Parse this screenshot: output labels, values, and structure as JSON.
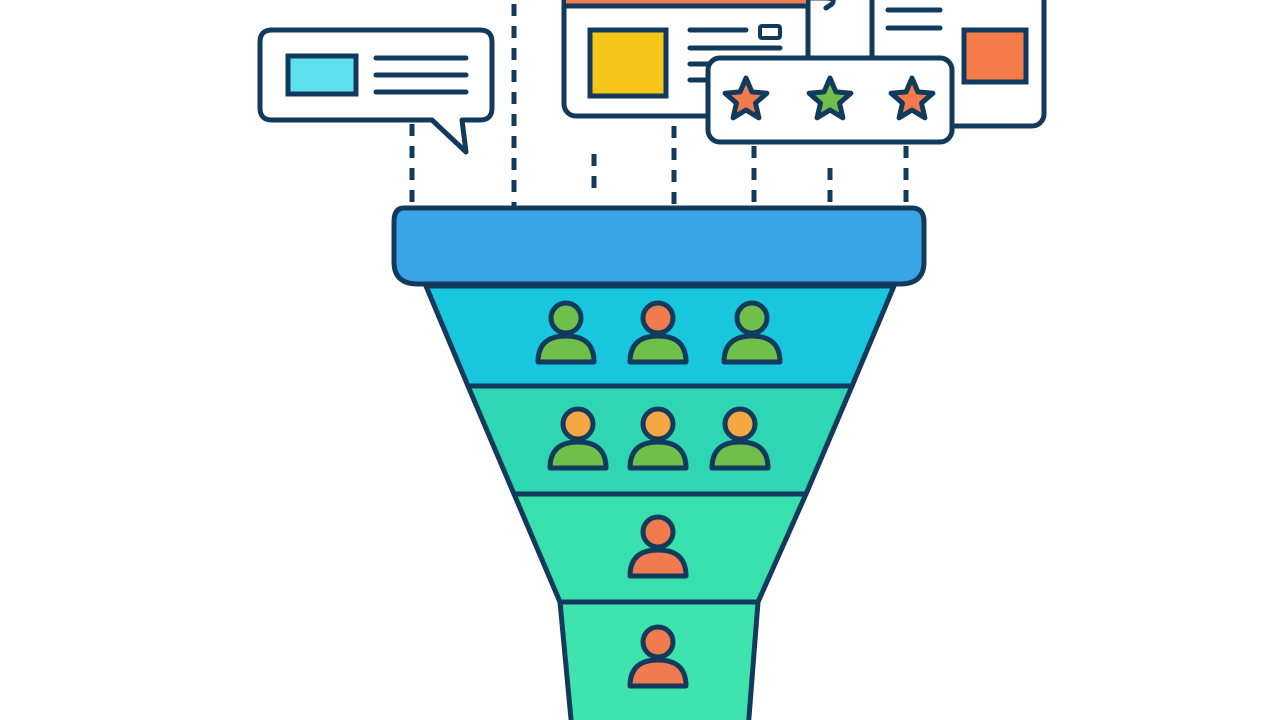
{
  "colors": {
    "outline": "#123a5c",
    "background": "#ffffff",
    "funnel_rim": "#3aa5e6",
    "funnel_band_1": "#18c6de",
    "funnel_band_2": "#2fd6b4",
    "funnel_band_3": "#38e0ad",
    "funnel_band_4": "#3fe3ae",
    "person_green": "#6fbf4a",
    "person_orange": "#f07b4f",
    "person_amber": "#f4a742",
    "card_fill": "#ffffff",
    "card_header": "#f07b4f",
    "chat_thumb": "#5fe0ee",
    "image_yellow": "#f5c518",
    "image_orange": "#f47c4a",
    "star_orange": "#f07b4f",
    "star_green": "#6fbf4a"
  },
  "icons": {
    "chat": "chat-bubble-icon",
    "article": "article-card-icon",
    "rating": "star-rating-icon",
    "person": "person-icon",
    "funnel": "funnel-icon"
  },
  "funnel": {
    "stages": [
      {
        "people": [
          "green",
          "orange",
          "green"
        ],
        "fill": "funnel_band_1"
      },
      {
        "people": [
          "amber",
          "amber",
          "amber"
        ],
        "fill": "funnel_band_2"
      },
      {
        "people": [
          "orange"
        ],
        "fill": "funnel_band_3"
      },
      {
        "people": [
          "orange"
        ],
        "fill": "funnel_band_4"
      }
    ]
  },
  "rating": {
    "stars": [
      "orange",
      "green",
      "orange"
    ]
  }
}
